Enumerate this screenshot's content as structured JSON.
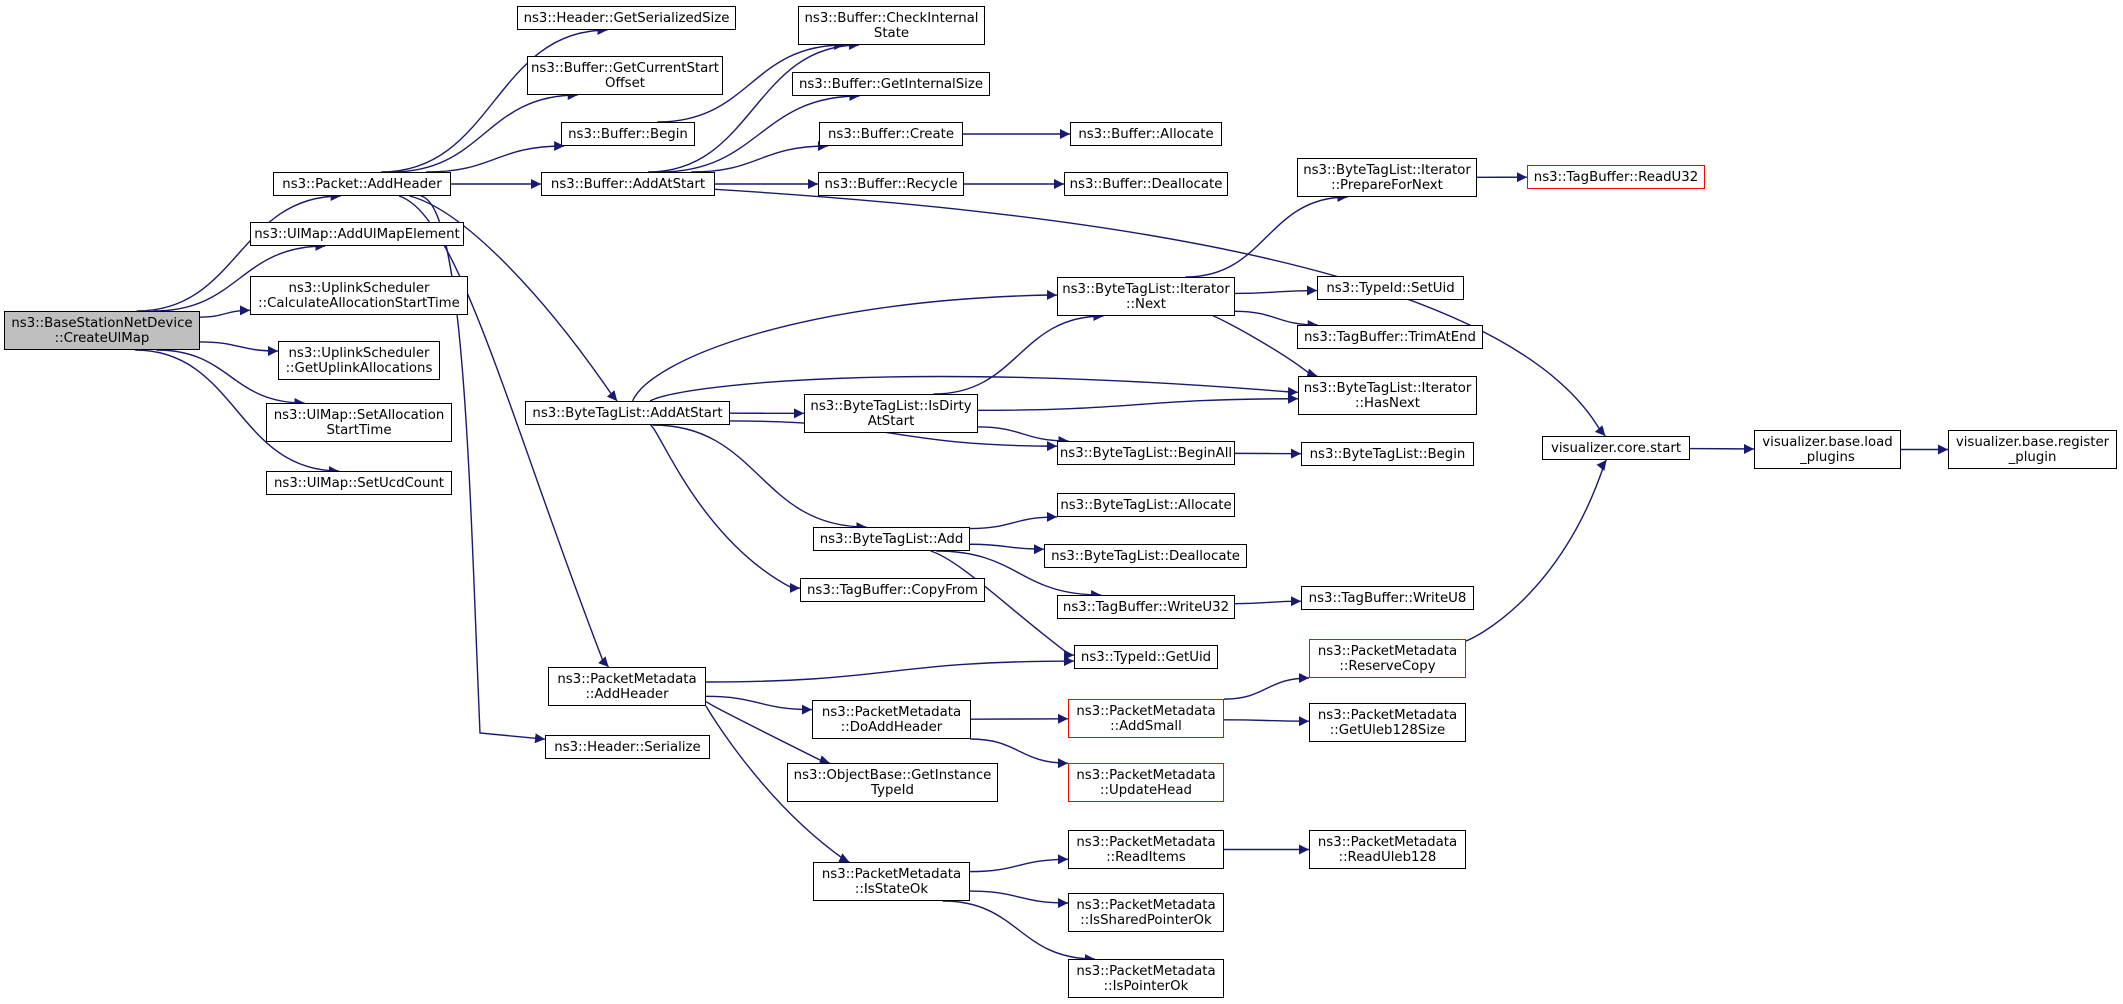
{
  "graph": {
    "colors": {
      "edge": "#191970",
      "border": "#000000",
      "truncated_border": "#ff0000",
      "root_fill": "#bfbfbf",
      "background": "#ffffff"
    },
    "nodes": [
      {
        "id": "root",
        "lines": [
          "ns3::BaseStationNetDevice",
          "::CreateUlMap"
        ],
        "root": true
      },
      {
        "id": "pkt_addheader",
        "lines": [
          "ns3::Packet::AddHeader"
        ]
      },
      {
        "id": "ulmap_addelem",
        "lines": [
          "ns3::UlMap::AddUlMapElement"
        ]
      },
      {
        "id": "us_calc",
        "lines": [
          "ns3::UplinkScheduler",
          "::CalculateAllocationStartTime"
        ]
      },
      {
        "id": "us_getalloc",
        "lines": [
          "ns3::UplinkScheduler",
          "::GetUplinkAllocations"
        ]
      },
      {
        "id": "ulmap_setalloc",
        "lines": [
          "ns3::UlMap::SetAllocation",
          "StartTime"
        ]
      },
      {
        "id": "ulmap_setucd",
        "lines": [
          "ns3::UlMap::SetUcdCount"
        ]
      },
      {
        "id": "hdr_getsersize",
        "lines": [
          "ns3::Header::GetSerializedSize"
        ]
      },
      {
        "id": "buf_getcurstart",
        "lines": [
          "ns3::Buffer::GetCurrentStart",
          "Offset"
        ]
      },
      {
        "id": "buf_begin",
        "lines": [
          "ns3::Buffer::Begin"
        ]
      },
      {
        "id": "buf_addatstart",
        "lines": [
          "ns3::Buffer::AddAtStart"
        ]
      },
      {
        "id": "btl_addatstart",
        "lines": [
          "ns3::ByteTagList::AddAtStart"
        ]
      },
      {
        "id": "pm_addheader",
        "lines": [
          "ns3::PacketMetadata",
          "::AddHeader"
        ]
      },
      {
        "id": "hdr_serialize",
        "lines": [
          "ns3::Header::Serialize"
        ]
      },
      {
        "id": "buf_checkinternal",
        "lines": [
          "ns3::Buffer::CheckInternal",
          "State"
        ]
      },
      {
        "id": "buf_getinternalsize",
        "lines": [
          "ns3::Buffer::GetInternalSize"
        ]
      },
      {
        "id": "buf_create",
        "lines": [
          "ns3::Buffer::Create"
        ]
      },
      {
        "id": "buf_recycle",
        "lines": [
          "ns3::Buffer::Recycle"
        ]
      },
      {
        "id": "buf_allocate",
        "lines": [
          "ns3::Buffer::Allocate"
        ]
      },
      {
        "id": "buf_deallocate",
        "lines": [
          "ns3::Buffer::Deallocate"
        ]
      },
      {
        "id": "btl_it_next",
        "lines": [
          "ns3::ByteTagList::Iterator",
          "::Next"
        ]
      },
      {
        "id": "btl_isdirty",
        "lines": [
          "ns3::ByteTagList::IsDirty",
          "AtStart"
        ]
      },
      {
        "id": "btl_add",
        "lines": [
          "ns3::ByteTagList::Add"
        ]
      },
      {
        "id": "tb_copyfrom",
        "lines": [
          "ns3::TagBuffer::CopyFrom"
        ]
      },
      {
        "id": "btl_it_prep",
        "lines": [
          "ns3::ByteTagList::Iterator",
          "::PrepareForNext"
        ]
      },
      {
        "id": "tb_readu32",
        "lines": [
          "ns3::TagBuffer::ReadU32"
        ],
        "truncated": true
      },
      {
        "id": "typeid_setuid",
        "lines": [
          "ns3::TypeId::SetUid"
        ]
      },
      {
        "id": "tb_trimatend",
        "lines": [
          "ns3::TagBuffer::TrimAtEnd"
        ]
      },
      {
        "id": "btl_it_hasnext",
        "lines": [
          "ns3::ByteTagList::Iterator",
          "::HasNext"
        ]
      },
      {
        "id": "btl_beginall",
        "lines": [
          "ns3::ByteTagList::BeginAll"
        ]
      },
      {
        "id": "btl_begin",
        "lines": [
          "ns3::ByteTagList::Begin"
        ]
      },
      {
        "id": "btl_allocate",
        "lines": [
          "ns3::ByteTagList::Allocate"
        ]
      },
      {
        "id": "btl_deallocate",
        "lines": [
          "ns3::ByteTagList::Deallocate"
        ]
      },
      {
        "id": "tb_writeu32",
        "lines": [
          "ns3::TagBuffer::WriteU32"
        ]
      },
      {
        "id": "tb_writeu8",
        "lines": [
          "ns3::TagBuffer::WriteU8"
        ]
      },
      {
        "id": "typeid_getuid",
        "lines": [
          "ns3::TypeId::GetUid"
        ]
      },
      {
        "id": "vis_start",
        "lines": [
          "visualizer.core.start"
        ]
      },
      {
        "id": "vis_load",
        "lines": [
          "visualizer.base.load",
          "_plugins"
        ]
      },
      {
        "id": "vis_register",
        "lines": [
          "visualizer.base.register",
          "_plugin"
        ]
      },
      {
        "id": "pm_reservecopy",
        "lines": [
          "ns3::PacketMetadata",
          "::ReserveCopy"
        ],
        "truncated": true
      },
      {
        "id": "pm_doaddheader",
        "lines": [
          "ns3::PacketMetadata",
          "::DoAddHeader"
        ]
      },
      {
        "id": "pm_addsmall",
        "lines": [
          "ns3::PacketMetadata",
          "::AddSmall"
        ],
        "truncated": true
      },
      {
        "id": "pm_getuleb",
        "lines": [
          "ns3::PacketMetadata",
          "::GetUleb128Size"
        ]
      },
      {
        "id": "ob_getinstance",
        "lines": [
          "ns3::ObjectBase::GetInstance",
          "TypeId"
        ]
      },
      {
        "id": "pm_updatehead",
        "lines": [
          "ns3::PacketMetadata",
          "::UpdateHead"
        ],
        "truncated": true
      },
      {
        "id": "pm_isstateok",
        "lines": [
          "ns3::PacketMetadata",
          "::IsStateOk"
        ]
      },
      {
        "id": "pm_readitems",
        "lines": [
          "ns3::PacketMetadata",
          "::ReadItems"
        ]
      },
      {
        "id": "pm_readuleb",
        "lines": [
          "ns3::PacketMetadata",
          "::ReadUleb128"
        ]
      },
      {
        "id": "pm_issharedptr",
        "lines": [
          "ns3::PacketMetadata",
          "::IsSharedPointerOk"
        ]
      },
      {
        "id": "pm_isptr",
        "lines": [
          "ns3::PacketMetadata",
          "::IsPointerOk"
        ]
      }
    ],
    "edges": [
      [
        "root",
        "pkt_addheader"
      ],
      [
        "root",
        "ulmap_addelem"
      ],
      [
        "root",
        "us_calc"
      ],
      [
        "root",
        "us_getalloc"
      ],
      [
        "root",
        "ulmap_setalloc"
      ],
      [
        "root",
        "ulmap_setucd"
      ],
      [
        "pkt_addheader",
        "hdr_getsersize"
      ],
      [
        "pkt_addheader",
        "buf_getcurstart"
      ],
      [
        "pkt_addheader",
        "buf_begin"
      ],
      [
        "pkt_addheader",
        "buf_addatstart"
      ],
      [
        "pkt_addheader",
        "btl_addatstart"
      ],
      [
        "pkt_addheader",
        "pm_addheader"
      ],
      [
        "pkt_addheader",
        "hdr_serialize"
      ],
      [
        "buf_begin",
        "buf_checkinternal"
      ],
      [
        "buf_addatstart",
        "buf_checkinternal"
      ],
      [
        "buf_addatstart",
        "buf_getinternalsize"
      ],
      [
        "buf_addatstart",
        "buf_create"
      ],
      [
        "buf_addatstart",
        "buf_recycle"
      ],
      [
        "buf_addatstart",
        "vis_start"
      ],
      [
        "buf_create",
        "buf_allocate"
      ],
      [
        "buf_recycle",
        "buf_deallocate"
      ],
      [
        "btl_addatstart",
        "btl_it_next"
      ],
      [
        "btl_addatstart",
        "btl_it_hasnext"
      ],
      [
        "btl_addatstart",
        "btl_isdirty"
      ],
      [
        "btl_addatstart",
        "btl_beginall"
      ],
      [
        "btl_addatstart",
        "btl_add"
      ],
      [
        "btl_addatstart",
        "tb_copyfrom"
      ],
      [
        "btl_it_next",
        "btl_it_prep"
      ],
      [
        "btl_it_next",
        "typeid_setuid"
      ],
      [
        "btl_it_next",
        "tb_trimatend"
      ],
      [
        "btl_it_next",
        "btl_it_hasnext"
      ],
      [
        "btl_it_prep",
        "tb_readu32"
      ],
      [
        "btl_isdirty",
        "btl_it_next"
      ],
      [
        "btl_isdirty",
        "btl_it_hasnext"
      ],
      [
        "btl_isdirty",
        "btl_beginall"
      ],
      [
        "btl_beginall",
        "btl_begin"
      ],
      [
        "btl_add",
        "btl_allocate"
      ],
      [
        "btl_add",
        "btl_deallocate"
      ],
      [
        "btl_add",
        "tb_writeu32"
      ],
      [
        "btl_add",
        "typeid_getuid"
      ],
      [
        "tb_writeu32",
        "tb_writeu8"
      ],
      [
        "vis_start",
        "vis_load"
      ],
      [
        "vis_load",
        "vis_register"
      ],
      [
        "pm_addheader",
        "typeid_getuid"
      ],
      [
        "pm_addheader",
        "pm_doaddheader"
      ],
      [
        "pm_addheader",
        "ob_getinstance"
      ],
      [
        "pm_addheader",
        "pm_isstateok"
      ],
      [
        "pm_doaddheader",
        "pm_addsmall"
      ],
      [
        "pm_doaddheader",
        "pm_updatehead"
      ],
      [
        "pm_addsmall",
        "pm_reservecopy"
      ],
      [
        "pm_addsmall",
        "pm_getuleb"
      ],
      [
        "pm_reservecopy",
        "vis_start"
      ],
      [
        "pm_isstateok",
        "pm_readitems"
      ],
      [
        "pm_isstateok",
        "pm_issharedptr"
      ],
      [
        "pm_isstateok",
        "pm_isptr"
      ],
      [
        "pm_readitems",
        "pm_readuleb"
      ]
    ]
  }
}
